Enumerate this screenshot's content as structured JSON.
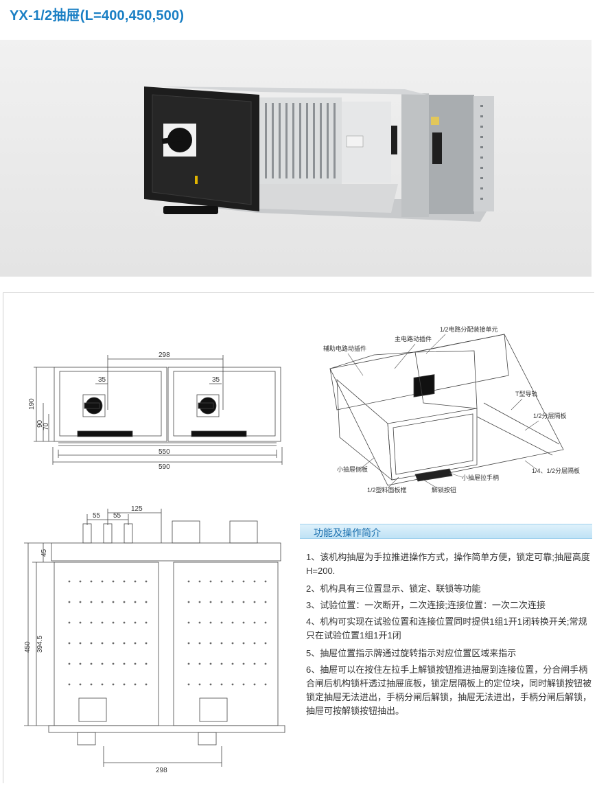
{
  "page": {
    "title": "YX-1/2抽屉(L=400,450,500)"
  },
  "front_view": {
    "dim_width_top": "298",
    "dim_handle_left": "35",
    "dim_handle_right": "35",
    "dim_height_total": "190",
    "dim_height_mid": "90",
    "dim_height_low": "70",
    "dim_width_inner": "550",
    "dim_width_outer": "590"
  },
  "top_view": {
    "dim_a": "55",
    "dim_b": "55",
    "dim_c": "125",
    "dim_top_depth": "45",
    "dim_total_depth": "450",
    "dim_inner_depth": "394.5",
    "dim_bottom_width": "298"
  },
  "iso_labels": {
    "unit": "1/2电路分配装接单元",
    "main_plug": "主电路动插件",
    "aux_plug": "辅助电路动插件",
    "t_rail": "T型导轨",
    "half_shelf": "1/2分层隔板",
    "quarter_shelf": "1/4、1/2分层隔板",
    "small_side": "小抽屉侧板",
    "small_handle": "小抽屉拉手柄",
    "unlock_button": "解锁按钮",
    "plastic_frame": "1/2塑料面板框"
  },
  "functions": {
    "header": "功能及操作简介",
    "items": [
      "1、该机构抽屉为手拉推进操作方式，操作简单方便，锁定可靠;抽屉高度H=200.",
      "2、机构具有三位置显示、锁定、联锁等功能",
      "3、试验位置：一次断开，二次连接;连接位置：一次二次连接",
      "4、机构可实现在试验位置和连接位置同时提供1组1开1闭转换开关;常规只在试验位置1组1开1闭",
      "5、抽屉位置指示牌通过旋转指示对应位置区域来指示",
      "6、抽屉可以在按住左拉手上解锁按钮推进抽屉到连接位置，分合闸手柄合闸后机构锁杆透过抽屉底板，锁定层隔板上的定位块，同时解锁按钮被锁定抽屉无法进出，手柄分闸后解锁，抽屉无法进出，手柄分闸后解锁，抽屉可按解锁按钮抽出。"
    ]
  },
  "colors": {
    "title_blue": "#1a7fc4",
    "header_bg": "#c9e7f7",
    "panel_black": "#1d1d1d",
    "steel": "#c4c7c9"
  }
}
